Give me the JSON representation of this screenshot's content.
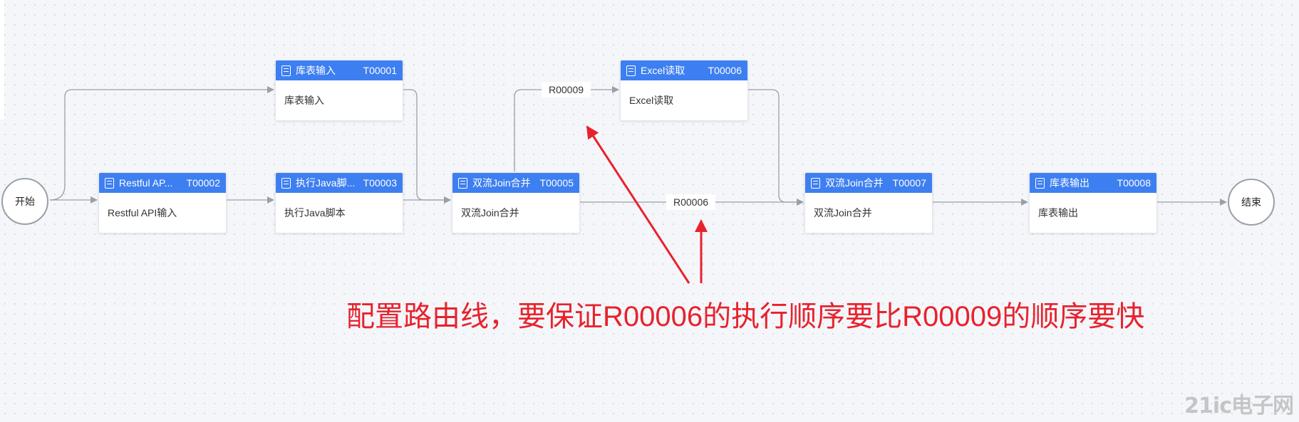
{
  "start_label": "开始",
  "end_label": "结束",
  "nodes": [
    {
      "title": "库表输入",
      "code": "T00001",
      "body": "库表输入",
      "icon": "table-input-icon"
    },
    {
      "title": "Restful AP...",
      "code": "T00002",
      "body": "Restful API输入",
      "icon": "api-icon"
    },
    {
      "title": "执行Java脚...",
      "code": "T00003",
      "body": "执行Java脚本",
      "icon": "script-icon"
    },
    {
      "title": "双流Join合并",
      "code": "T00005",
      "body": "双流Join合并",
      "icon": "join-icon"
    },
    {
      "title": "Excel读取",
      "code": "T00006",
      "body": "Excel读取",
      "icon": "excel-icon"
    },
    {
      "title": "双流Join合并",
      "code": "T00007",
      "body": "双流Join合并",
      "icon": "join-icon"
    },
    {
      "title": "库表输出",
      "code": "T00008",
      "body": "库表输出",
      "icon": "table-output-icon"
    }
  ],
  "edge_labels": {
    "route_upper": "R00009",
    "route_lower": "R00006"
  },
  "annotation": "配置路由线，要保证R00006的执行顺序要比R00009的顺序要快",
  "watermark": "21ic电子网",
  "colors": {
    "node_header": "#3d7ff0",
    "edge": "#9aa0a8",
    "annotation": "#e8222c"
  }
}
